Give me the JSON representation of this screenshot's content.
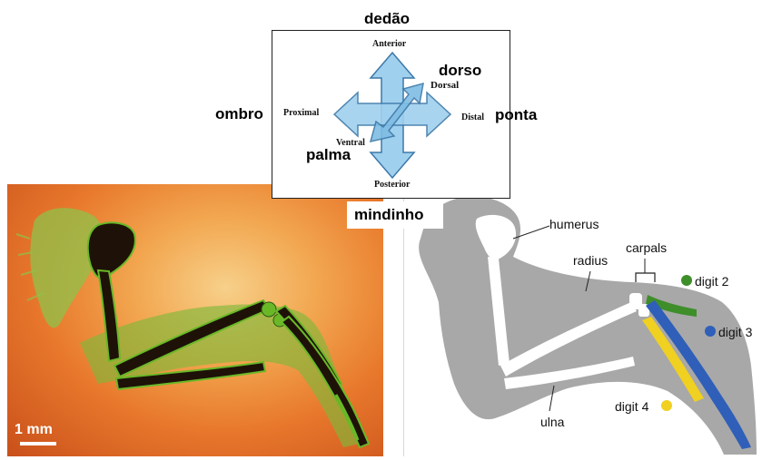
{
  "labels_pt": {
    "thumb": "dedão",
    "back": "dorso",
    "shoulder": "ombro",
    "tip": "ponta",
    "palm": "palma",
    "little_finger": "mindinho"
  },
  "compass": {
    "anterior": "Anterior",
    "dorsal": "Dorsal",
    "proximal": "Proximal",
    "distal": "Distal",
    "ventral": "Ventral",
    "posterior": "Posterior"
  },
  "photo": {
    "scale_label": "1 mm"
  },
  "diagram": {
    "humerus": "humerus",
    "radius": "radius",
    "carpals": "carpals",
    "ulna": "ulna",
    "digits": [
      {
        "label": "digit 2",
        "color": "#3e8e2a"
      },
      {
        "label": "digit 3",
        "color": "#2f5fb8"
      },
      {
        "label": "digit 4",
        "color": "#f0d020"
      }
    ]
  },
  "colors": {
    "arrow_fill": "#9fd0ee",
    "arrow_stroke": "#3d78a8",
    "bone_dark": "#1e1208",
    "bone_green": "#6ab827",
    "silhouette_gray": "#a8a8a8"
  }
}
